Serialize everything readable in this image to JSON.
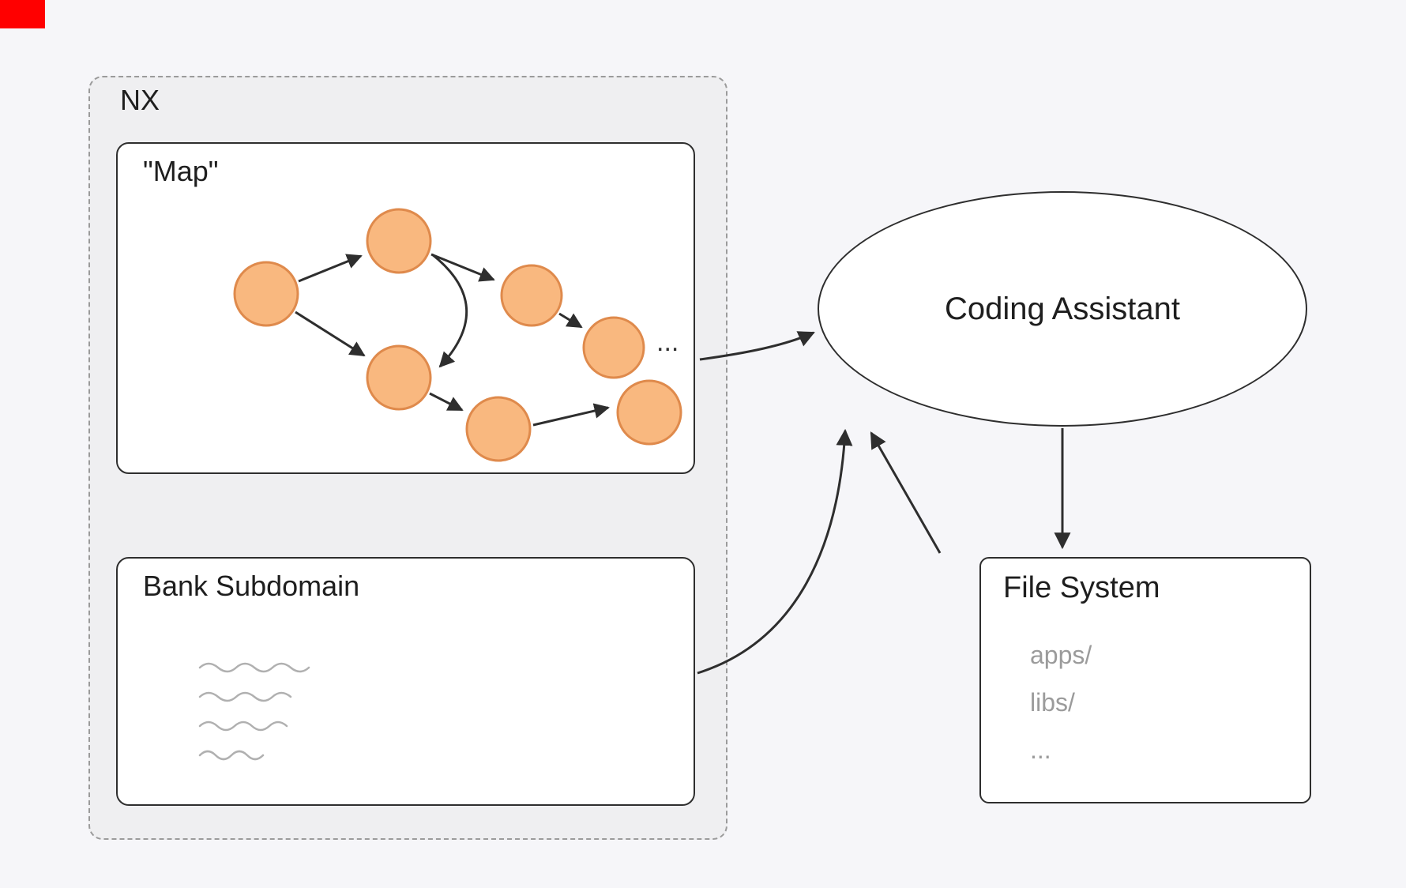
{
  "colors": {
    "background": "#f6f6f9",
    "nx_panel_fill": "#efeff1",
    "node_fill": "#f9b87f",
    "node_stroke": "#df8a4c",
    "line": "#2e2e2e",
    "muted_text": "#9b9b9b",
    "corner_marker": "#ff0000"
  },
  "nx": {
    "label": "NX"
  },
  "map": {
    "label": "\"Map\"",
    "ellipsis": "..."
  },
  "bank": {
    "label": "Bank Subdomain"
  },
  "assistant": {
    "label": "Coding Assistant"
  },
  "file_system": {
    "label": "File System",
    "items": [
      "apps/",
      "libs/",
      "..."
    ]
  }
}
